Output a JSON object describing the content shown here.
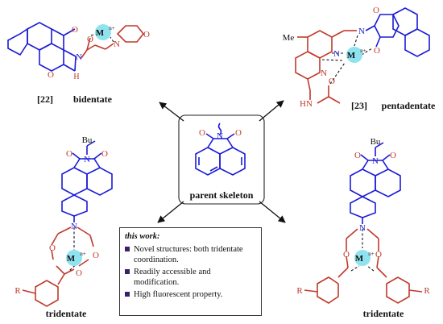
{
  "center": {
    "label": "parent skeleton"
  },
  "top_left": {
    "ref": "[22]",
    "type": "bidentate"
  },
  "top_right": {
    "ref": "[23]",
    "type": "pentadentate",
    "substituent": "Me",
    "nh_label": "HN"
  },
  "bottom_left": {
    "type": "tridentate",
    "r_label": "R",
    "bu": "Bu"
  },
  "bottom_right": {
    "type": "tridentate",
    "r_label": "R",
    "bu": "Bu"
  },
  "metal_label": "M",
  "metal_charge": "n+",
  "atoms": {
    "O": "O",
    "N": "N",
    "H": "H"
  },
  "work_box": {
    "title": "this work:",
    "points": [
      "Novel structures: both tridentate coordination.",
      "Readily accessible and modification.",
      "High fluorescent property."
    ]
  },
  "colors": {
    "scaffold": "#1a1ad6",
    "ligand": "#c0392b",
    "metal": "#8fe3ee",
    "bullet": "#3b1f6b"
  }
}
